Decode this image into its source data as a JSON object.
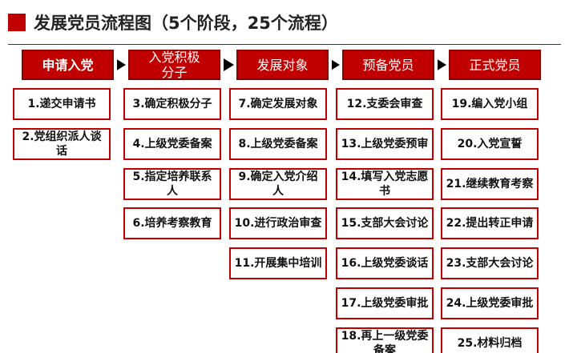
{
  "title": "发展党员流程图（5个阶段，25个流程）",
  "stages": [
    {
      "label": "申请入党"
    },
    {
      "label": "入党积极分子"
    },
    {
      "label": "发展对象"
    },
    {
      "label": "预备党员"
    },
    {
      "label": "正式党员"
    }
  ],
  "columns": [
    [
      "1.递交申请书",
      "2.党组织派人谈话"
    ],
    [
      "3.确定积极分子",
      "4.上级党委备案",
      "5.指定培养联系人",
      "6.培养考察教育"
    ],
    [
      "7.确定发展对象",
      "8.上级党委备案",
      "9.确定入党介绍人",
      "10.进行政治审查",
      "11.开展集中培训"
    ],
    [
      "12.支委会审查",
      "13.上级党委预审",
      "14.填写入党志愿书",
      "15.支部大会讨论",
      "16.上级党委谈话",
      "17.上级党委审批",
      "18.再上一级党委备案"
    ],
    [
      "19.编入党小组",
      "20.入党宣誓",
      "21.继续教育考察",
      "22.提出转正申请",
      "23.支部大会讨论",
      "24.上级党委审批",
      "25.材料归档"
    ]
  ],
  "colors": {
    "accent": "#c00000",
    "arrow": "#000000"
  }
}
